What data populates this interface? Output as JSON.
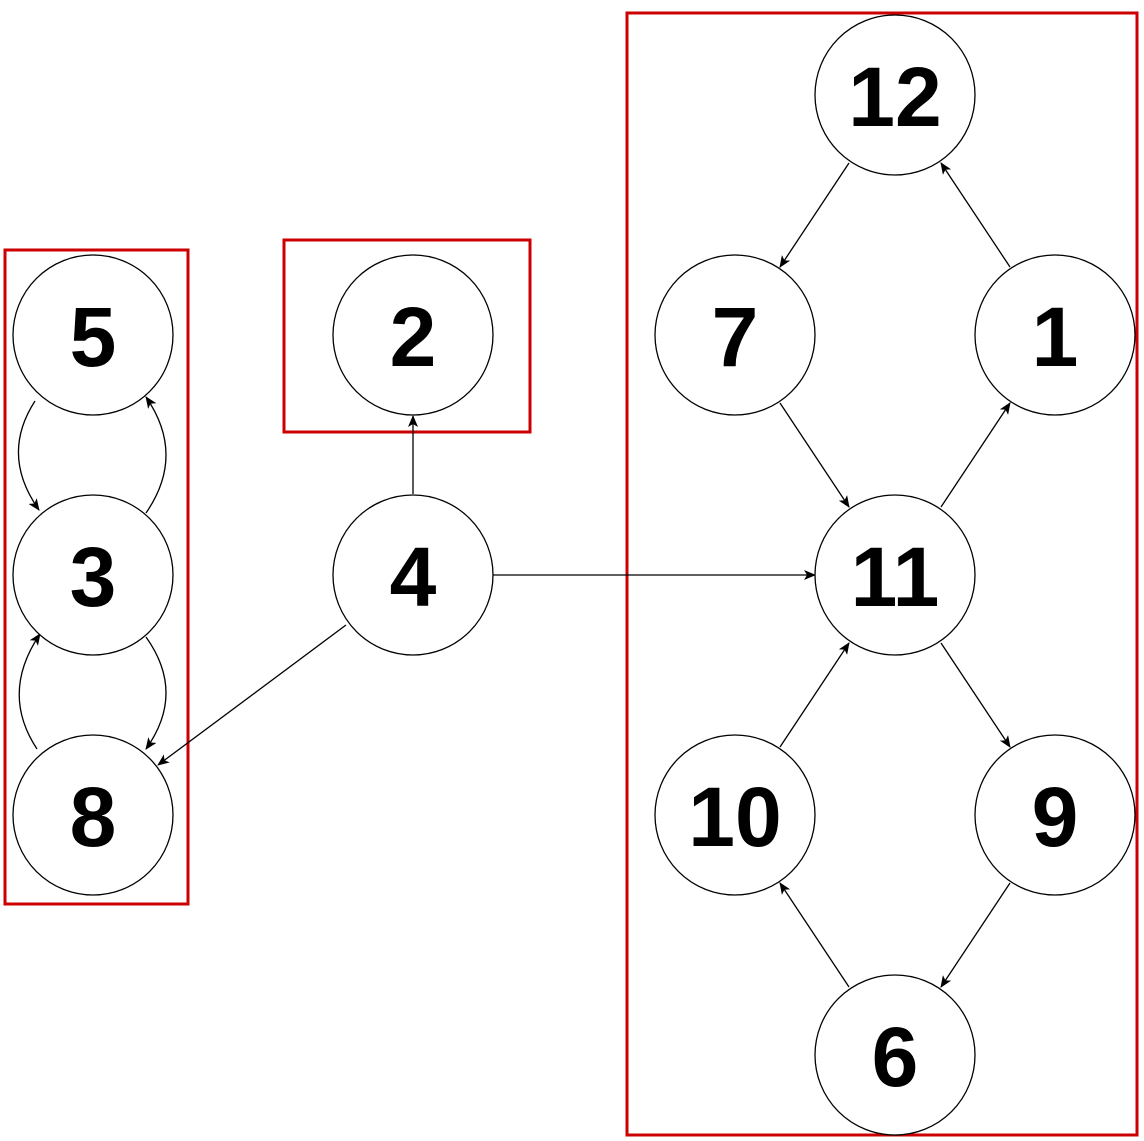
{
  "colors": {
    "group_border": "#cc0000",
    "node_stroke": "#000000",
    "edge": "#000000",
    "background": "#ffffff"
  },
  "nodes": [
    {
      "id": "n5",
      "label": "5"
    },
    {
      "id": "n3",
      "label": "3"
    },
    {
      "id": "n8",
      "label": "8"
    },
    {
      "id": "n2",
      "label": "2"
    },
    {
      "id": "n4",
      "label": "4"
    },
    {
      "id": "n12",
      "label": "12"
    },
    {
      "id": "n7",
      "label": "7"
    },
    {
      "id": "n1",
      "label": "1"
    },
    {
      "id": "n11",
      "label": "11"
    },
    {
      "id": "n10",
      "label": "10"
    },
    {
      "id": "n9",
      "label": "9"
    },
    {
      "id": "n6",
      "label": "6"
    }
  ],
  "edges": [
    {
      "from": "5",
      "to": "3"
    },
    {
      "from": "3",
      "to": "5"
    },
    {
      "from": "3",
      "to": "8"
    },
    {
      "from": "8",
      "to": "3"
    },
    {
      "from": "4",
      "to": "2"
    },
    {
      "from": "4",
      "to": "8"
    },
    {
      "from": "4",
      "to": "11"
    },
    {
      "from": "12",
      "to": "7"
    },
    {
      "from": "7",
      "to": "11"
    },
    {
      "from": "11",
      "to": "1"
    },
    {
      "from": "1",
      "to": "12"
    },
    {
      "from": "11",
      "to": "9"
    },
    {
      "from": "9",
      "to": "6"
    },
    {
      "from": "6",
      "to": "10"
    },
    {
      "from": "10",
      "to": "11"
    }
  ],
  "groups": [
    {
      "id": "group-left",
      "members": [
        "5",
        "3",
        "8"
      ]
    },
    {
      "id": "group-2",
      "members": [
        "2"
      ]
    },
    {
      "id": "group-right",
      "members": [
        "12",
        "7",
        "1",
        "11",
        "10",
        "9",
        "6"
      ]
    }
  ]
}
